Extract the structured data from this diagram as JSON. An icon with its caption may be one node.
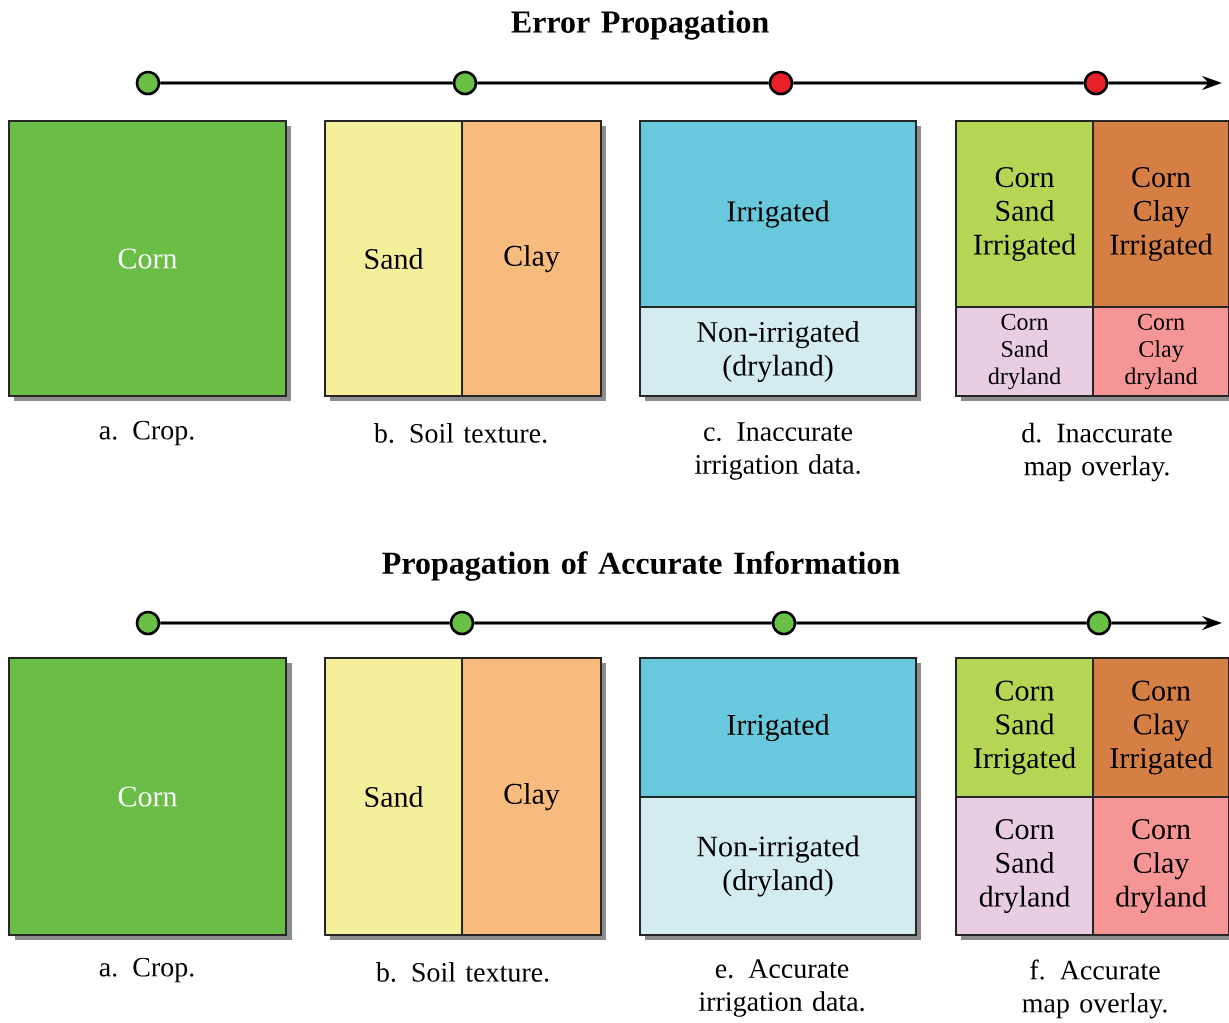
{
  "diagram": {
    "nodes": [
      {
        "text": [],
        "shape": "circle"
      },
      {
        "text": [],
        "shape": "circle"
      },
      {
        "text": [],
        "shape": "circle"
      },
      {
        "text": [],
        "shape": "circle"
      },
      {
        "text": [
          "Corn"
        ]
      },
      {
        "text": [
          "Sand"
        ]
      },
      {
        "text": [
          "Clay"
        ]
      },
      {
        "text": [
          "Irrigated"
        ]
      },
      {
        "text": [
          "Non-irrigated (dryland)"
        ]
      },
      {
        "text": [
          "Corn Sand Irrigated"
        ]
      },
      {
        "text": [
          "Corn Clay Irrigated"
        ]
      },
      {
        "text": [
          "Corn Sand dryland"
        ]
      },
      {
        "text": [
          "Corn Clay dryland"
        ]
      },
      {
        "text": [],
        "shape": "circle"
      },
      {
        "text": [],
        "shape": "circle"
      },
      {
        "text": [],
        "shape": "circle"
      },
      {
        "text": [],
        "shape": "circle"
      },
      {
        "text": [
          "Corn"
        ]
      },
      {
        "text": [
          "Sand"
        ]
      },
      {
        "text": [
          "Clay"
        ]
      },
      {
        "text": [
          "Irrigated"
        ]
      },
      {
        "text": [
          "Non-irrigated (dryland)"
        ]
      },
      {
        "text": [
          "Corn Sand Irrigated"
        ]
      },
      {
        "text": [
          "Corn Clay Irrigated"
        ]
      },
      {
        "text": [
          "Corn Sand dryland"
        ]
      },
      {
        "text": [
          "Corn Clay dryland"
        ]
      }
    ],
    "edges": [
      {
        "from": 0,
        "to": 1,
        "arrow": "none"
      },
      {
        "from": 1,
        "to": 2,
        "arrow": "none"
      },
      {
        "from": 2,
        "to": 3,
        "arrow": "none"
      },
      {
        "from": 3,
        "to": null,
        "arrow": "to"
      },
      {
        "from": 13,
        "to": 14,
        "arrow": "none"
      },
      {
        "from": 14,
        "to": 15,
        "arrow": "none"
      },
      {
        "from": 15,
        "to": 16,
        "arrow": "none"
      },
      {
        "from": 16,
        "to": null,
        "arrow": "to"
      }
    ],
    "labels": [
      "Error Propagation",
      "a. Crop.",
      "b. Soil texture.",
      "c. Inaccurate irrigation data.",
      "d. Inaccurate map overlay.",
      "Propagation of Accurate Information",
      "a. Crop.",
      "b. Soil texture.",
      "e. Accurate irrigation data.",
      "f. Accurate map overlay."
    ]
  }
}
